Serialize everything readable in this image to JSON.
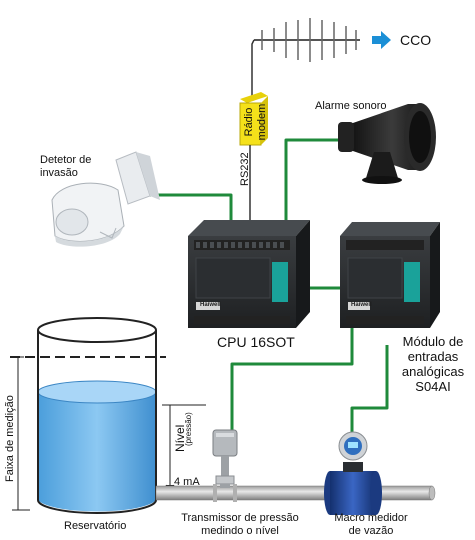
{
  "labels": {
    "cco": "CCO",
    "radio_modem_line1": "Rádio",
    "radio_modem_line2": "modem",
    "rs232": "RS232",
    "alarm": "Alarme sonoro",
    "detector_line1": "Detetor de",
    "detector_line2": "invasão",
    "cpu": "CPU 16SOT",
    "module_line1": "Módulo de",
    "module_line2": "entradas",
    "module_line3": "analógicas",
    "module_line4": "S04AI",
    "measurement_range": "Faixa de medição",
    "level": "Nível",
    "level_sub": "(pressão)",
    "current": "4 mA",
    "reservoir": "Reservatório",
    "transmitter_line1": "Transmissor de pressão",
    "transmitter_line2": "medindo o nível",
    "flowmeter_line1": "Macro medidor",
    "flowmeter_line2": "de vazão",
    "plc_brand": "Haiwell"
  },
  "colors": {
    "wire": "#1f8a3b",
    "water": "#5aa9e6",
    "modem": "#f5e11a",
    "plc_body": "#2c2f31",
    "arrow": "#1b8fd6",
    "flowmeter": "#1f3f8f"
  }
}
